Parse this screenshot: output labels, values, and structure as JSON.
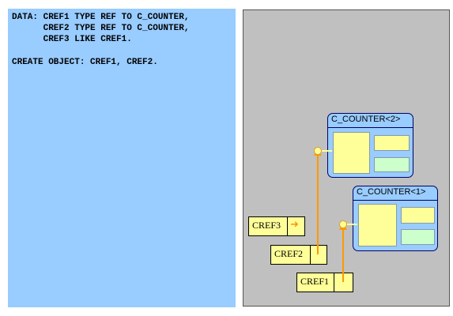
{
  "code": {
    "lines": [
      "DATA: CREF1 TYPE REF TO C_COUNTER,",
      "      CREF2 TYPE REF TO C_COUNTER,",
      "      CREF3 LIKE CREF1.",
      "",
      "CREATE OBJECT: CREF1, CREF2."
    ]
  },
  "objects": [
    {
      "title": "C_COUNTER<2>"
    },
    {
      "title": "C_COUNTER<1>"
    }
  ],
  "references": [
    {
      "name": "CREF3",
      "target": null,
      "arrow_symbol": "➜"
    },
    {
      "name": "CREF2",
      "target": "C_COUNTER<2>"
    },
    {
      "name": "CREF1",
      "target": "C_COUNTER<1>"
    }
  ],
  "colors": {
    "code_background": "#99ccff",
    "diagram_background": "#c0c0c0",
    "object_fill": "#99ccff",
    "attribute_yellow": "#ffff99",
    "attribute_green": "#ccffcc",
    "reference_arrow": "#ff9900"
  }
}
